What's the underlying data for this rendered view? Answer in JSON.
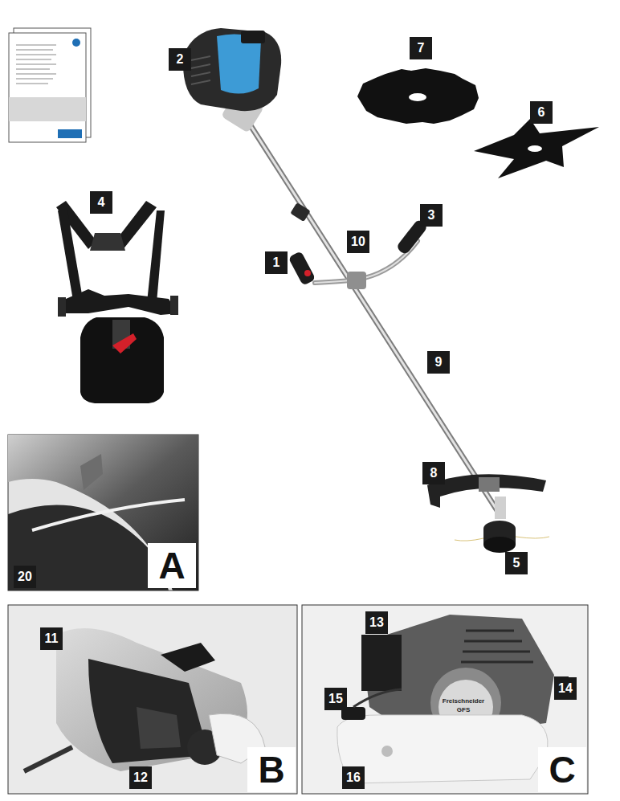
{
  "diagram": {
    "labels": [
      "2",
      "7",
      "6",
      "4",
      "3",
      "1",
      "10",
      "9",
      "8",
      "20",
      "A",
      "5",
      "11",
      "12",
      "B",
      "13",
      "15",
      "14",
      "16",
      "C",
      "Freischneider",
      "GFS"
    ]
  }
}
